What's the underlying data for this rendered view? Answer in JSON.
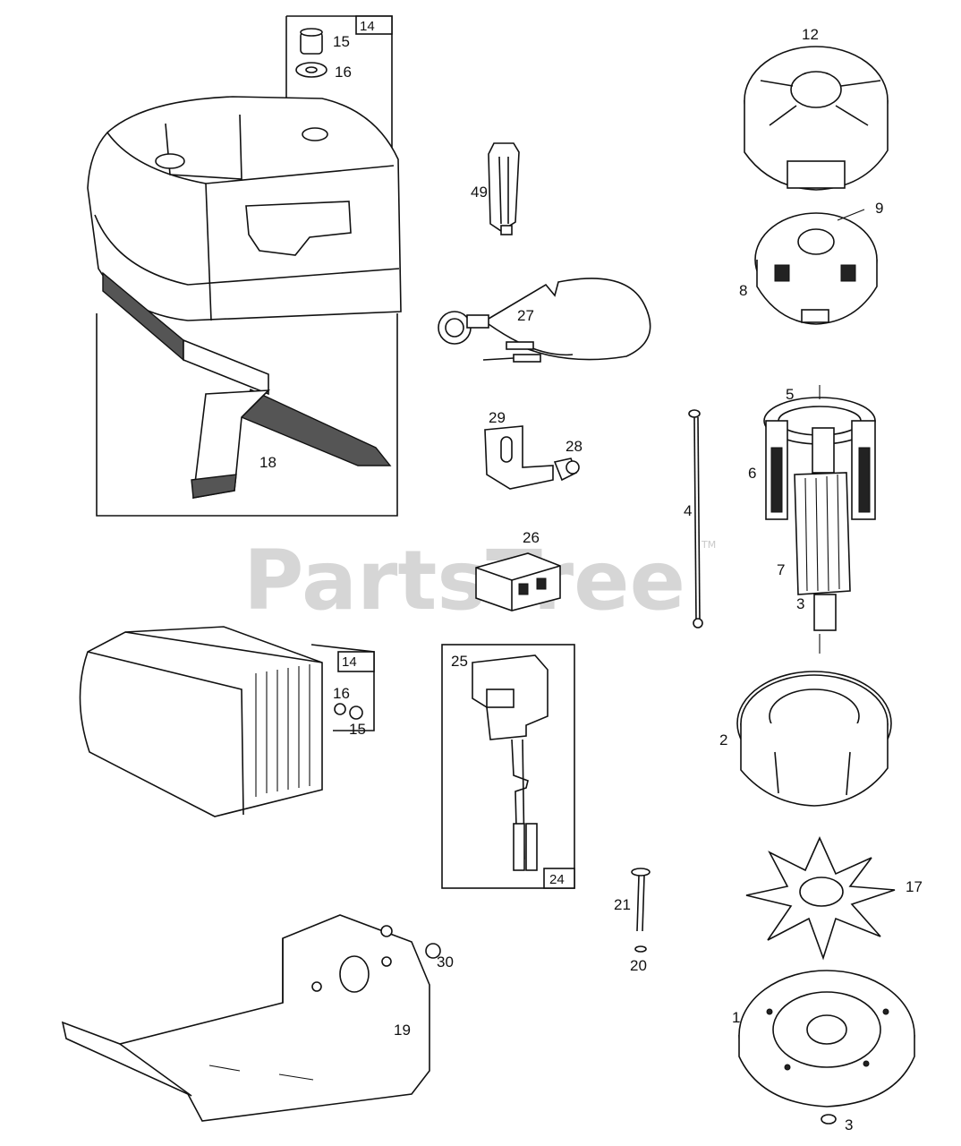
{
  "watermark": {
    "text": "PartsTree",
    "tm": "TM"
  },
  "parts": {
    "p1": "1",
    "p2": "2",
    "p3a": "3",
    "p3b": "3",
    "p4": "4",
    "p5": "5",
    "p6": "6",
    "p7": "7",
    "p8": "8",
    "p9": "9",
    "p12": "12",
    "p15a": "15",
    "p15b": "15",
    "p16a": "16",
    "p16b": "16",
    "p17": "17",
    "p18": "18",
    "p19": "19",
    "p20": "20",
    "p21": "21",
    "p25": "25",
    "p26": "26",
    "p27": "27",
    "p28": "28",
    "p29": "29",
    "p30": "30",
    "p49": "49"
  },
  "boxes": {
    "b14a": "14",
    "b14b": "14",
    "b24": "24"
  }
}
